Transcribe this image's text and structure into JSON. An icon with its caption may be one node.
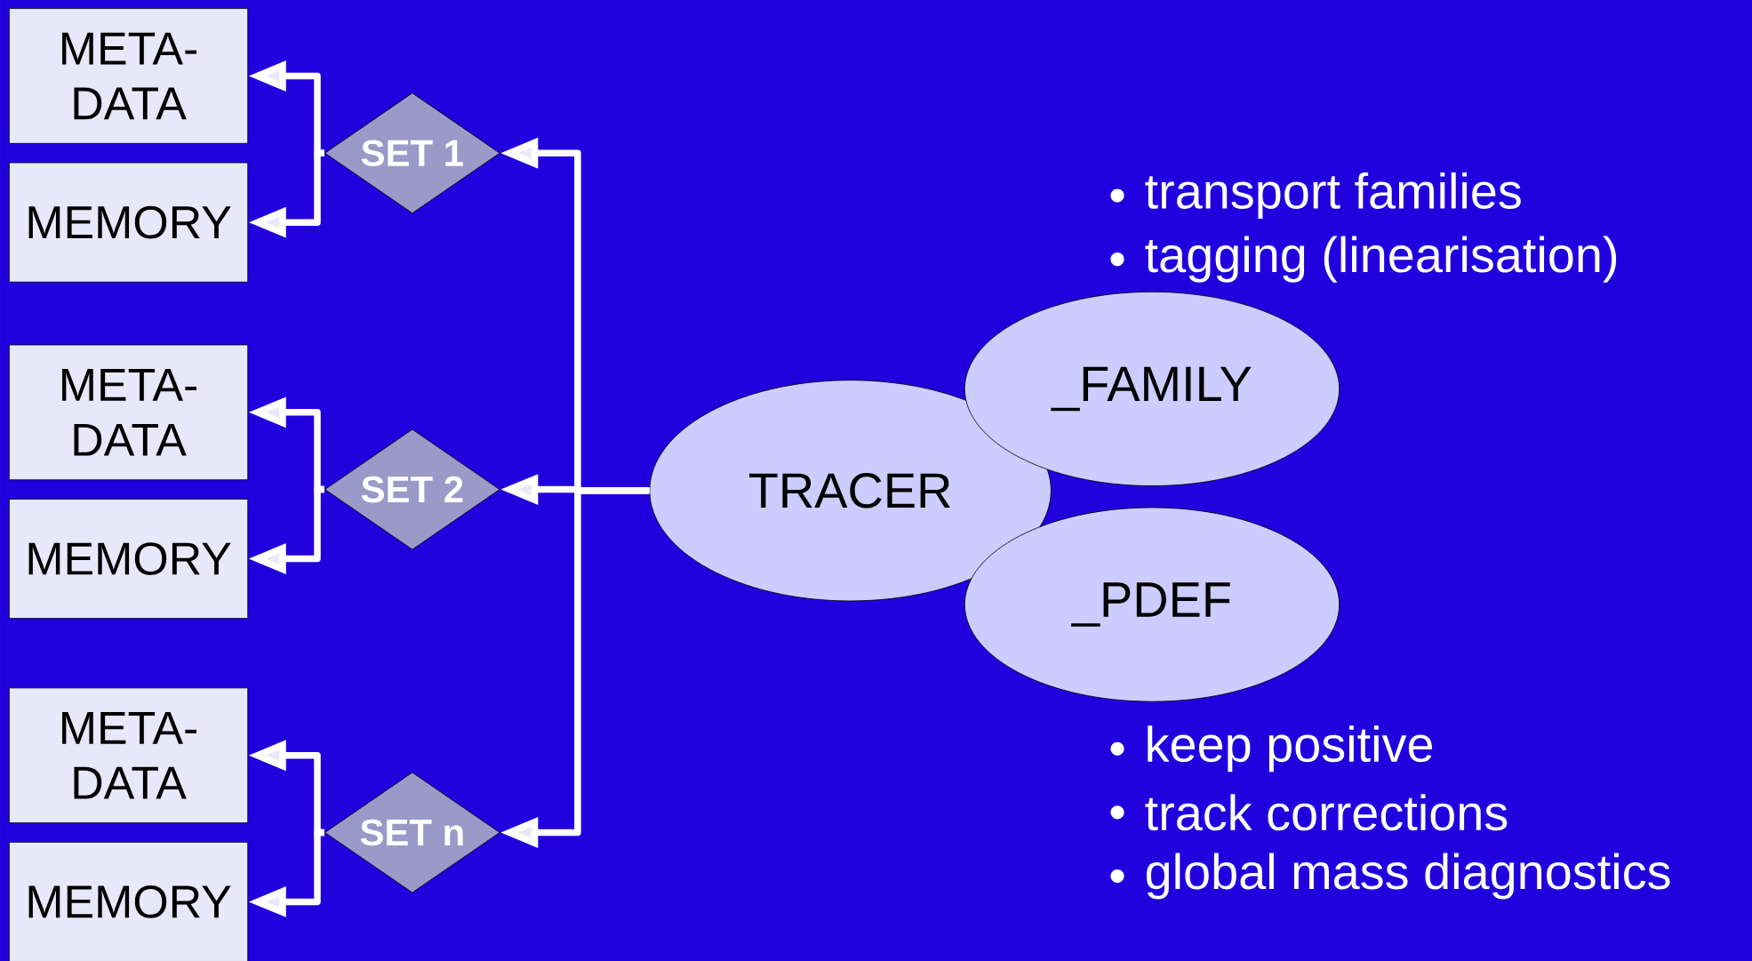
{
  "diagram": {
    "nodes": [
      {
        "text": [
          "META-DATA"
        ]
      },
      {
        "text": [
          "MEMORY"
        ]
      },
      {
        "text": [
          "SET 1"
        ]
      },
      {
        "text": [
          "META-DATA"
        ]
      },
      {
        "text": [
          "MEMORY"
        ]
      },
      {
        "text": [
          "SET 2"
        ]
      },
      {
        "text": [
          "META-DATA"
        ]
      },
      {
        "text": [
          "MEMORY"
        ]
      },
      {
        "text": [
          "SET n"
        ]
      },
      {
        "text": [
          "TRACER"
        ]
      },
      {
        "text": [
          "_FAMILY"
        ],
        "beside": [
          "transport families",
          "tagging (linearisation)"
        ]
      },
      {
        "text": [
          "_PDEF"
        ],
        "beside": [
          "keep positive",
          "track corrections",
          "global mass diagnostics"
        ]
      }
    ],
    "edges": [
      {
        "from": 9,
        "to": 2,
        "arrow": "to"
      },
      {
        "from": 9,
        "to": 5,
        "arrow": "to"
      },
      {
        "from": 9,
        "to": 8,
        "arrow": "to"
      },
      {
        "from": 2,
        "to": 0,
        "arrow": "to"
      },
      {
        "from": 2,
        "to": 1,
        "arrow": "to"
      },
      {
        "from": 5,
        "to": 3,
        "arrow": "to"
      },
      {
        "from": 5,
        "to": 4,
        "arrow": "to"
      },
      {
        "from": 8,
        "to": 6,
        "arrow": "to"
      },
      {
        "from": 8,
        "to": 7,
        "arrow": "to"
      }
    ]
  }
}
